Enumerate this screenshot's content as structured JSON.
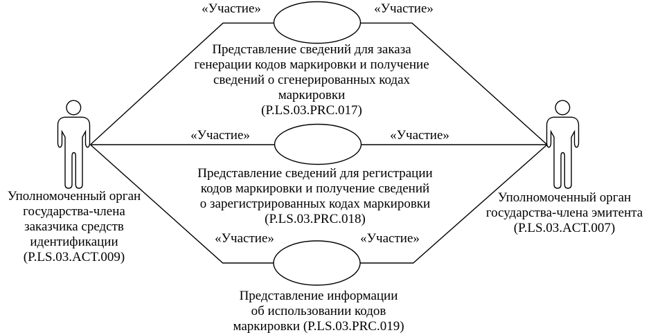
{
  "diagram": {
    "type": "uml-use-case",
    "stereotype": "«Участие»",
    "colors": {
      "stroke": "#000000",
      "shape_fill": "#ffffff",
      "background": "#ffffff",
      "text": "#000000"
    },
    "actors": [
      {
        "id": "customer-authority",
        "side": "left",
        "label_lines": [
          "Уполномоченный орган",
          "государства-члена",
          "заказчика средств",
          "идентификации",
          "(P.LS.03.ACT.009)"
        ]
      },
      {
        "id": "emitter-authority",
        "side": "right",
        "label_lines": [
          "Уполномоченный орган",
          "государства-члена эмитента",
          "(P.LS.03.ACT.007)"
        ]
      }
    ],
    "use_cases": [
      {
        "id": "PRC017",
        "position": "top",
        "label_lines": [
          "Представление сведений для заказа",
          "генерации кодов маркировки и получение",
          "сведений о сгенерированных кодах",
          "маркировки",
          "(P.LS.03.PRC.017)"
        ]
      },
      {
        "id": "PRC018",
        "position": "middle",
        "label_lines": [
          "Представление сведений для регистрации",
          "кодов маркировки и получение сведений",
          "о зарегистрированных кодах маркировки",
          "(P.LS.03.PRC.018)"
        ]
      },
      {
        "id": "PRC019",
        "position": "bottom",
        "label_lines": [
          "Представление информации",
          "об использовании кодов",
          "маркировки (P.LS.03.PRC.019)"
        ]
      }
    ],
    "connections": [
      {
        "from": "customer-authority",
        "to": "PRC017",
        "stereotype": "«Участие»"
      },
      {
        "from": "PRC017",
        "to": "emitter-authority",
        "stereotype": "«Участие»"
      },
      {
        "from": "customer-authority",
        "to": "PRC018",
        "stereotype": "«Участие»"
      },
      {
        "from": "PRC018",
        "to": "emitter-authority",
        "stereotype": "«Участие»"
      },
      {
        "from": "customer-authority",
        "to": "PRC019",
        "stereotype": "«Участие»"
      },
      {
        "from": "PRC019",
        "to": "emitter-authority",
        "stereotype": "«Участие»"
      }
    ]
  }
}
